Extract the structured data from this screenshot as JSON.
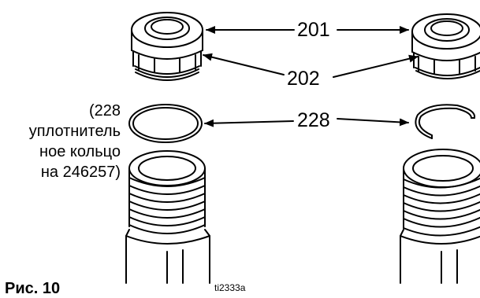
{
  "callouts": {
    "c201": "201",
    "c202": "202",
    "c228": "228"
  },
  "note": {
    "line1": "(228",
    "line2": "уплотнитель",
    "line3": "ное кольцо",
    "line4": "на 246257)"
  },
  "figure_label": "Рис. 10",
  "drawing_code": "ti2333a"
}
